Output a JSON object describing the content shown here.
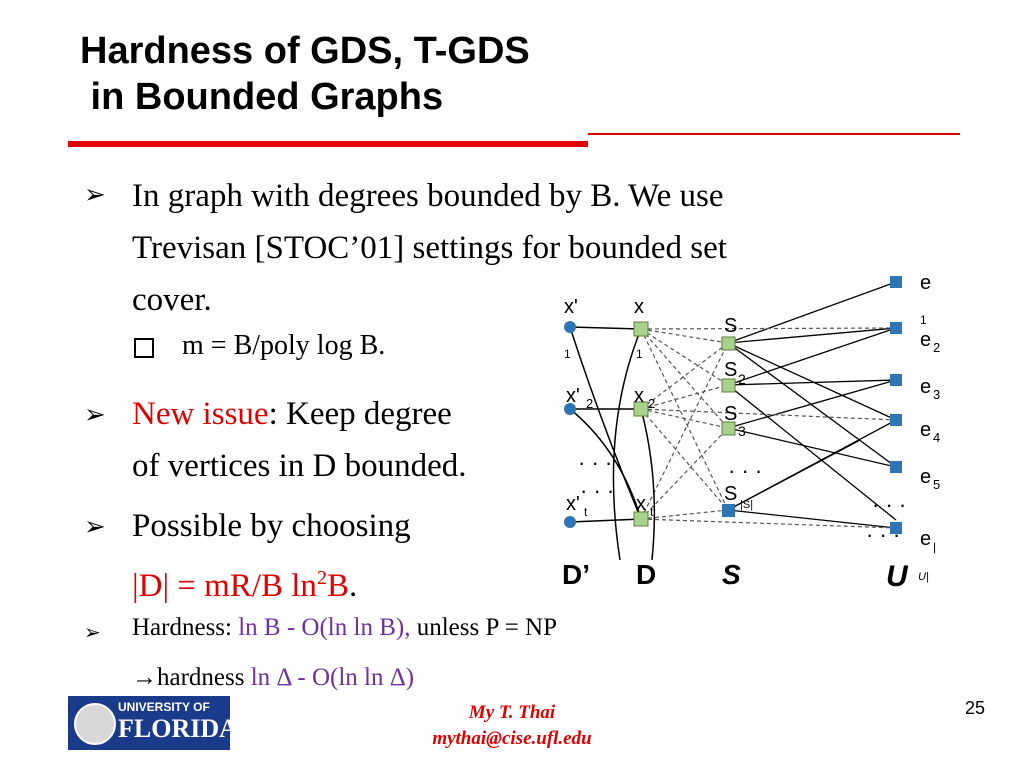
{
  "title": {
    "line1": "Hardness of GDS, T-GDS",
    "line2": " in Bounded Graphs"
  },
  "bullets": {
    "b1_l1": "In graph with degrees bounded by B. We use",
    "b1_l2": "Trevisan [STOC’01] settings for bounded set",
    "b1_l3": "cover.",
    "sub1": "m = B/poly log B.",
    "b2_red": "New issue",
    "b2_rest": ": Keep degree",
    "b2_l2": "of vertices in D bounded.",
    "b3_l1": "Possible by choosing",
    "b3_l2_a": "|D| = mR/B ln",
    "b3_sup": "2",
    "b3_l2_b": "B",
    "b3_dot": ".",
    "b4_a": "Hardness: ",
    "b4_b": "ln B - O(ln ln B),",
    "b4_c": " unless P = NP",
    "b5_arrow": "→",
    "b5_a": "hardness ",
    "b5_b": "ln Δ - O(ln ln Δ)"
  },
  "diagram": {
    "dprime_label": "D’",
    "d_label": "D",
    "s_label": "S",
    "u_label": "U",
    "x1p": "x'",
    "x1p_sub": "1",
    "x1": "x",
    "x1_sub": "1",
    "x2p": "x'",
    "x2p_sub": "2",
    "x2": "x",
    "x2_sub": "2",
    "xtp": "x'",
    "xtp_sub": "t",
    "xt": "x",
    "xt_sub": "t",
    "s1": "S",
    "s2": "S",
    "s2_sub": "2",
    "s3": "S",
    "s3_sub": "3",
    "sL": "S",
    "sL_sub": "|S|",
    "e1": "e",
    "e1_sub": "1",
    "e2": "e",
    "e2_sub": "2",
    "e3": "e",
    "e3_sub": "3",
    "e4": "e",
    "e4_sub": "4",
    "e5": "e",
    "e5_sub": "5",
    "eL": "e",
    "eL_sub": "|",
    "u_sub": "U|",
    "dots": "· · ·"
  },
  "footer": {
    "logo_line1": "UNIVERSITY OF",
    "logo_line2": "FLORIDA",
    "author": "My T. Thai",
    "email": "mythai@cise.ufl.edu",
    "page": "25"
  },
  "colors": {
    "red": "#e00000",
    "purple": "#7030a0",
    "blue_node": "#2e75b6",
    "green_node": "#a9d18e"
  }
}
